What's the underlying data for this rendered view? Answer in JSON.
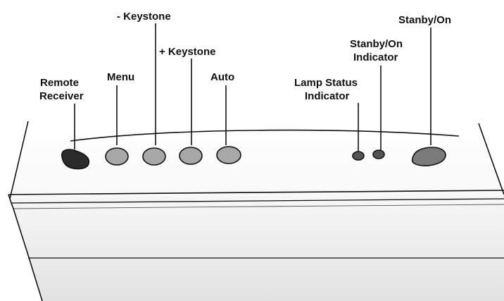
{
  "labels": {
    "remote_receiver": [
      "Remote",
      "Receiver"
    ],
    "menu": "Menu",
    "keystone_minus": "- Keystone",
    "keystone_plus": "+ Keystone",
    "auto": "Auto",
    "lamp_status": [
      "Lamp Status",
      "Indicator"
    ],
    "standby_indicator": [
      "Stanby/On",
      "Indicator"
    ],
    "standby_on": "Stanby/On"
  },
  "colors": {
    "background": "#ffffff",
    "outline": "#111111",
    "remote_receiver": "#2b2b2b",
    "button_gray": "#a8a8a8",
    "indicator_gray": "#555555",
    "power_button": "#7a7a7a"
  }
}
